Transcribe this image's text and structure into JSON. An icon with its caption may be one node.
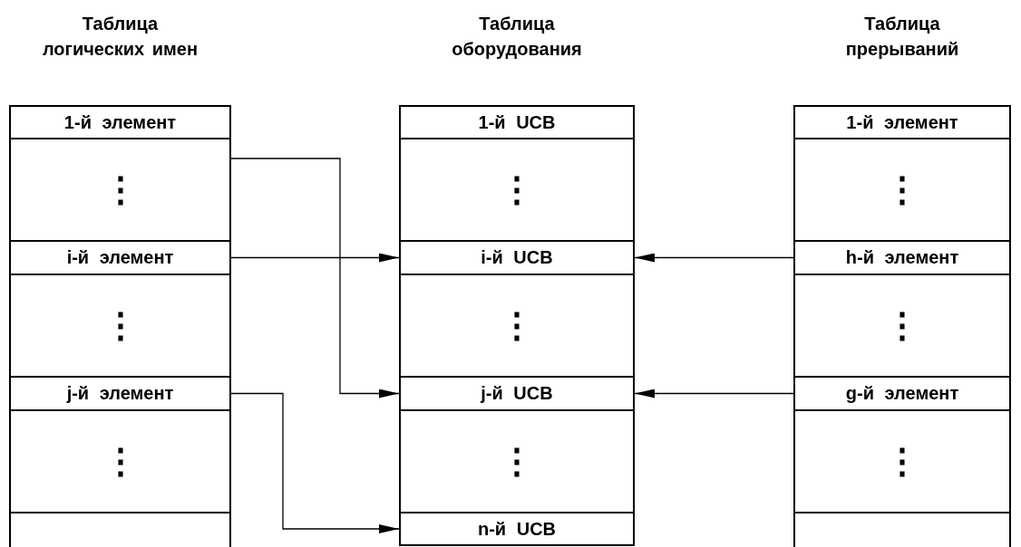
{
  "diagram": {
    "nodes": [
      {
        "text": [
          "Таблица логических имен"
        ]
      },
      {
        "text": [
          "1-й элемент"
        ],
        "in": 0
      },
      {
        "text": [
          "⋮"
        ],
        "in": 0
      },
      {
        "text": [
          "i-й элемент"
        ],
        "in": 0
      },
      {
        "text": [
          "⋮"
        ],
        "in": 0
      },
      {
        "text": [
          "j-й элемент"
        ],
        "in": 0
      },
      {
        "text": [
          "⋮"
        ],
        "in": 0
      },
      {
        "text": [],
        "shape": "box",
        "in": 0
      },
      {
        "text": [
          "Таблица оборудования"
        ]
      },
      {
        "text": [
          "1-й UCB"
        ],
        "in": 8
      },
      {
        "text": [
          "⋮"
        ],
        "in": 8
      },
      {
        "text": [
          "i-й UCB"
        ],
        "in": 8
      },
      {
        "text": [
          "⋮"
        ],
        "in": 8
      },
      {
        "text": [
          "j-й UCB"
        ],
        "in": 8
      },
      {
        "text": [
          "⋮"
        ],
        "in": 8
      },
      {
        "text": [
          "n-й UCB"
        ],
        "in": 8
      },
      {
        "text": [
          "Таблица прерываний"
        ]
      },
      {
        "text": [
          "1-й элемент"
        ],
        "in": 16
      },
      {
        "text": [
          "⋮"
        ],
        "in": 16
      },
      {
        "text": [
          "h-й элемент"
        ],
        "in": 16
      },
      {
        "text": [
          "⋮"
        ],
        "in": 16
      },
      {
        "text": [
          "g-й элемент"
        ],
        "in": 16
      },
      {
        "text": [
          "⋮"
        ],
        "in": 16
      },
      {
        "text": [],
        "shape": "box",
        "in": 16
      }
    ],
    "edges": [
      {
        "from": 2,
        "to": 13,
        "arrow": "to"
      },
      {
        "from": 3,
        "to": 11,
        "arrow": "to"
      },
      {
        "from": 5,
        "to": 15,
        "arrow": "to"
      },
      {
        "from": 19,
        "to": 11,
        "arrow": "to"
      },
      {
        "from": 21,
        "to": 13,
        "arrow": "to"
      }
    ]
  }
}
